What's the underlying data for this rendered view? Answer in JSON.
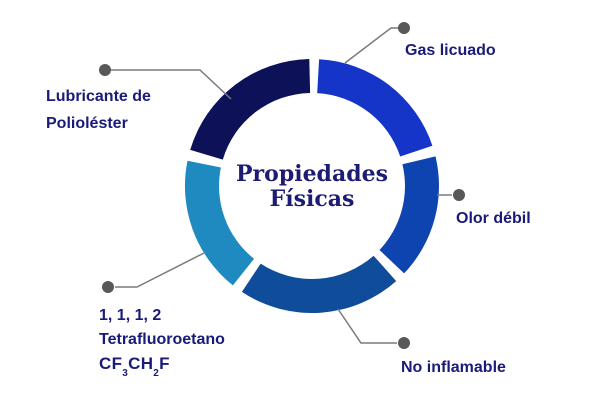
{
  "title": {
    "line1": "Propiedades",
    "line2": "Físicas"
  },
  "donut": {
    "type": "donut-infographic",
    "center_text": "Propiedades Físicas",
    "segments": [
      {
        "name": "gas-licuado",
        "label": "Gas licuado",
        "color": "#1535c9",
        "start_deg": 3.2,
        "end_deg": 71.5
      },
      {
        "name": "olor-debil",
        "label": "Olor débil",
        "color": "#0d44b0",
        "start_deg": 76.5,
        "end_deg": 133.5
      },
      {
        "name": "no-inflamable",
        "label": "No inflamable",
        "color": "#0f4d9b",
        "start_deg": 138.5,
        "end_deg": 213.5
      },
      {
        "name": "tetrafluoroetano",
        "label": "1, 1, 1, 2 Tetrafluoroetano CF3CH2F",
        "color": "#1f8ac0",
        "start_deg": 218.5,
        "end_deg": 281.5
      },
      {
        "name": "lubricante",
        "label": "Lubricante de Polioléster",
        "color": "#0d1157",
        "start_deg": 286.5,
        "end_deg": 358.8
      }
    ]
  },
  "labels": {
    "gas_licuado": "Gas licuado",
    "lubricante_line1": "Lubricante de",
    "lubricante_line2": "Polioléster",
    "olor_debil": "Olor débil",
    "no_inflamable": "No inflamable",
    "tetra_line1": "1, 1, 1, 2",
    "tetra_line2": "Tetrafluoroetano",
    "formula": {
      "p1": "CF",
      "s1": "3",
      "p2": "CH",
      "s2": "2",
      "p3": "F"
    }
  },
  "colors": {
    "text_navy": "#1a1a78",
    "connector_line": "#7a7a7a",
    "connector_dot": "#58585a",
    "segment_navy": "#0d1157",
    "segment_royal": "#1535c9",
    "segment_blue": "#0d44b0",
    "segment_medium": "#0f4d9b",
    "segment_cyan": "#1f8ac0"
  }
}
